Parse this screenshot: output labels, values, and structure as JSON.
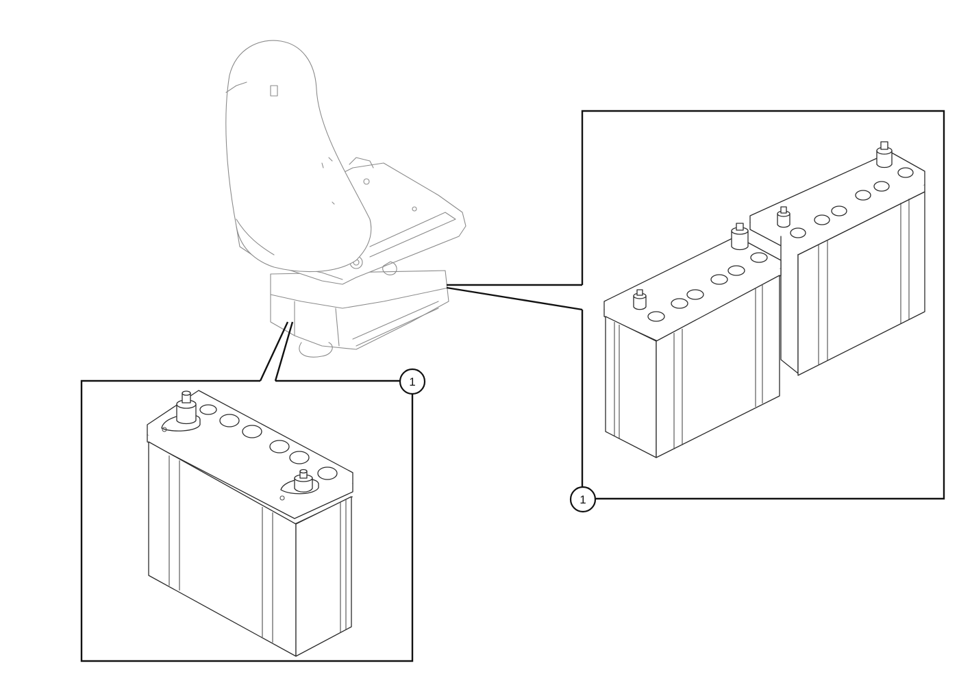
{
  "callouts": [
    {
      "id": "callout-1-left",
      "label": "1"
    },
    {
      "id": "callout-1-right",
      "label": "1"
    }
  ],
  "colors": {
    "line_dark": "#111111",
    "line_faint": "#8a8a8a",
    "background": "#ffffff"
  }
}
